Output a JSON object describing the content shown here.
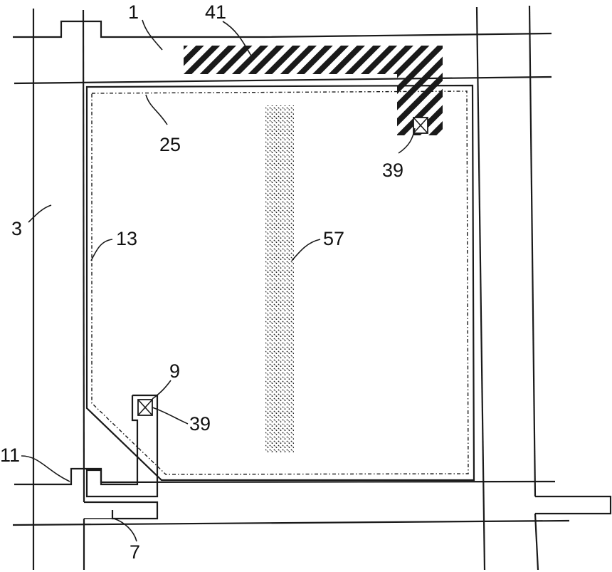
{
  "labels": {
    "gate_line": "1",
    "data_line": "3",
    "drain_electrode": "7",
    "contact_pad": "9",
    "source_tab": "11",
    "pixel_electrode": "13",
    "dotted_boundary": "25",
    "contact_hole_upper": "39",
    "contact_hole_lower": "39",
    "hatched_region": "41",
    "stippled_strip": "57"
  },
  "colors": {
    "line": "#1a1a1a",
    "background": "#ffffff"
  }
}
